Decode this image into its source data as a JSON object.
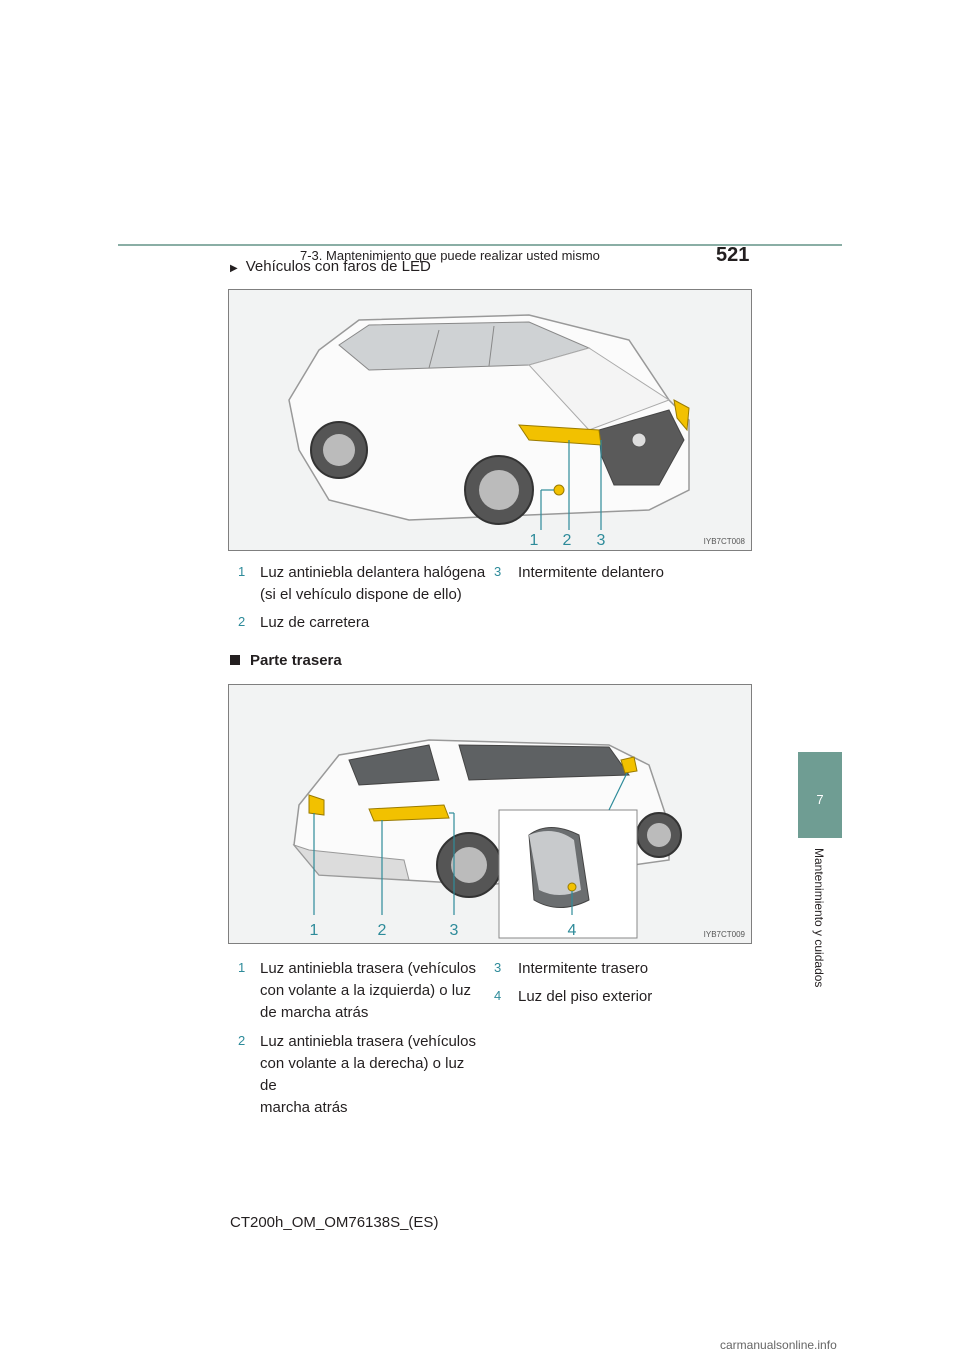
{
  "header": {
    "section_title": "7-3. Mantenimiento que puede realizar usted mismo",
    "page_number": "521"
  },
  "side_tab": {
    "number": "7",
    "label": "Mantenimiento y cuidados"
  },
  "led_section": {
    "subheading": "Vehículos con faros de LED",
    "figure_code": "IYB7CT008",
    "legend": [
      {
        "num": "1",
        "text_line1": "Luz antiniebla delantera halógena",
        "text_line2": "(si el vehículo dispone de ello)"
      },
      {
        "num": "2",
        "text_line1": "Luz de carretera"
      },
      {
        "num": "3",
        "text_line1": "Intermitente delantero"
      }
    ]
  },
  "rear_section": {
    "heading": "Parte trasera",
    "figure_code": "IYB7CT009",
    "legend": [
      {
        "num": "1",
        "line1": "Luz antiniebla trasera (vehículos",
        "line2": "con volante a la izquierda) o luz",
        "line3": "de marcha atrás"
      },
      {
        "num": "2",
        "line1": "Luz antiniebla trasera (vehículos",
        "line2": "con volante a la derecha) o luz de",
        "line3": "marcha atrás"
      },
      {
        "num": "3",
        "line1": "Intermitente trasero"
      },
      {
        "num": "4",
        "line1": "Luz del piso exterior"
      }
    ]
  },
  "footer": {
    "doc_code": "CT200h_OM_OM76138S_(ES)"
  },
  "watermark": "carmanualsonline.info",
  "colors": {
    "accent_teal": "#6f9d93",
    "callout_blue": "#2e8b9a",
    "lamp_yellow": "#f2c100"
  }
}
